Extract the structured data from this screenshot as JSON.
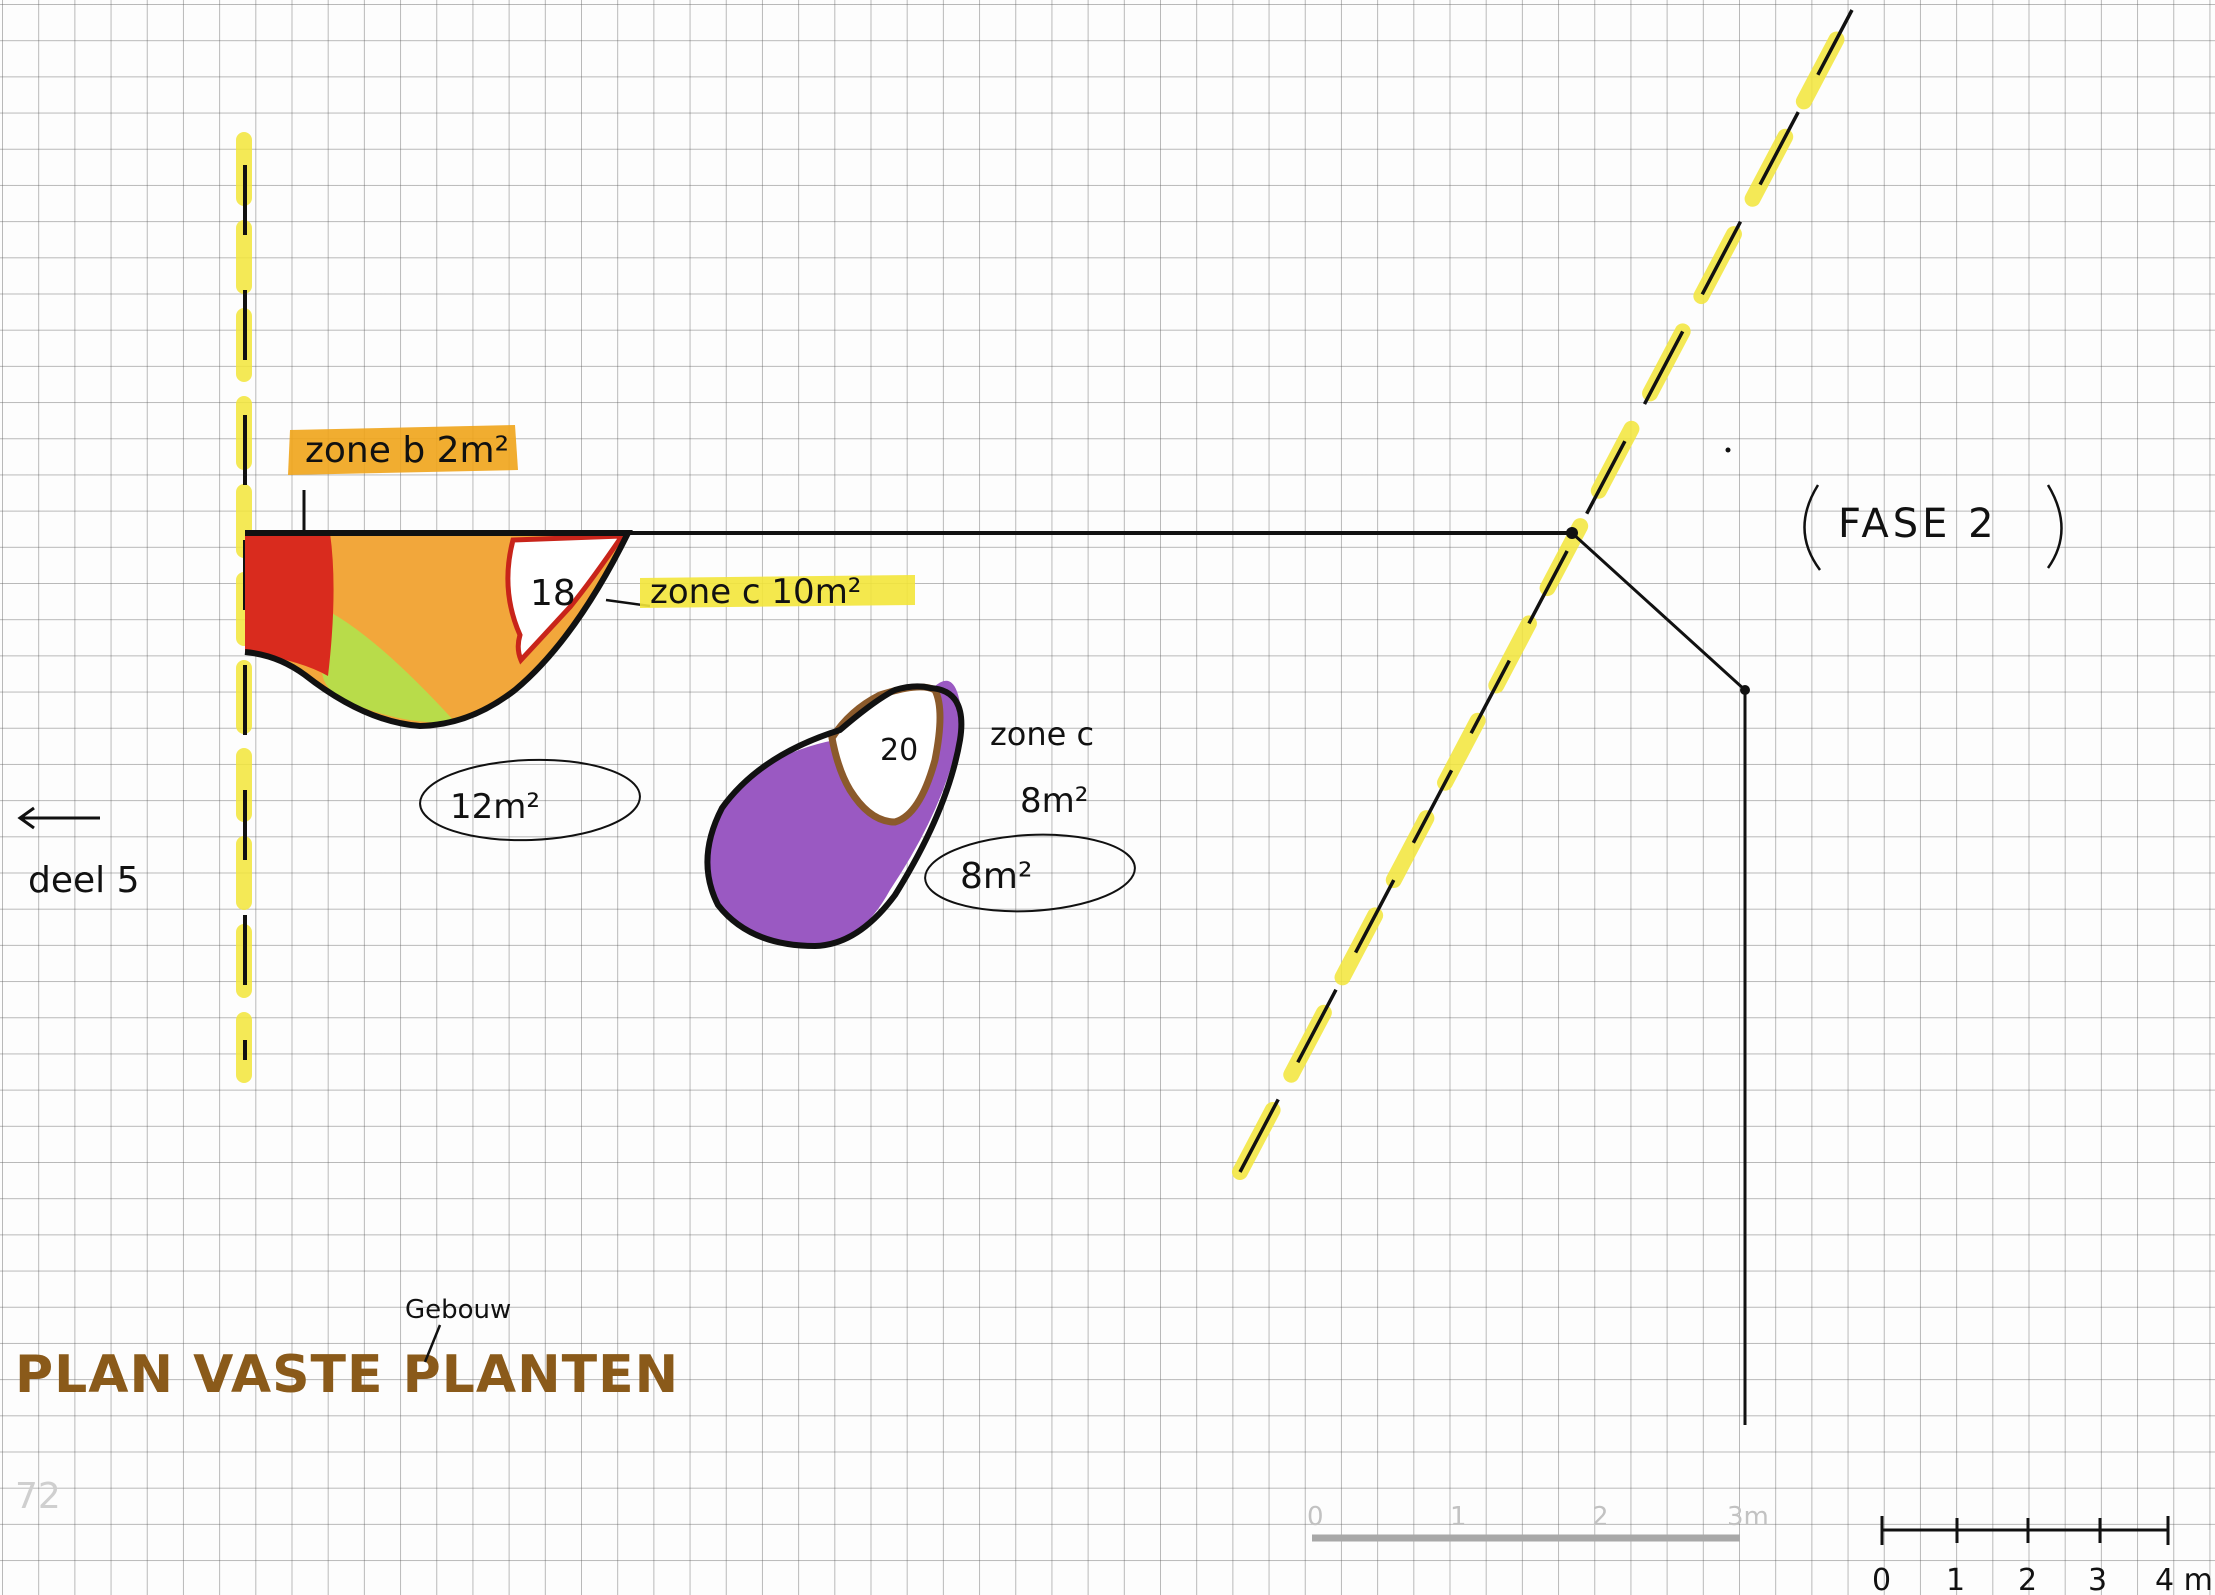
{
  "title": "PLAN VASTE PLANTEN",
  "title_annotation": "Gebouw",
  "phase_label": "FASE 2",
  "direction_label": "deel 5",
  "labels": {
    "zone_b": "zone b 2m²",
    "zone_c_top": "zone c 10m²",
    "zone_c_right_line1": "zone c",
    "zone_c_right_line2": "8m²",
    "number_18": "18",
    "number_20": "20",
    "area_12": "12m²",
    "area_8": "8m²"
  },
  "scale_faint": {
    "ticks": [
      "0",
      "1",
      "2",
      "3m"
    ]
  },
  "scale_bar": {
    "ticks": [
      "0",
      "1",
      "2",
      "3",
      "4 m"
    ]
  },
  "corner_mark": "72",
  "colors": {
    "highlight": "#f3e63a",
    "highlight_orange": "#f0a41a",
    "zone_red": "#d92b1e",
    "zone_orange": "#f2a73b",
    "zone_green": "#b8dc4a",
    "zone_purple": "#9a59c2",
    "zone_brown": "#8b5a2b",
    "title_brown": "#8a5a1a",
    "ink": "#111111"
  }
}
